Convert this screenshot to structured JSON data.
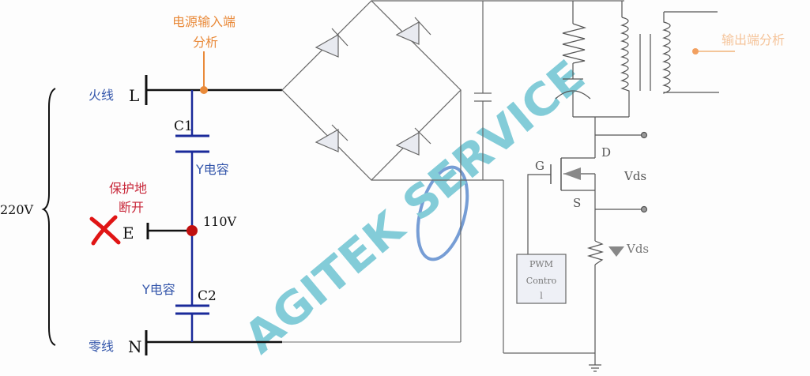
{
  "labels": {
    "input_analysis_line1": "电源输入端",
    "input_analysis_line2": "分析",
    "output_analysis": "输出端分析",
    "live_wire": "火线",
    "live_letter": "L",
    "neutral_wire": "零线",
    "neutral_letter": "N",
    "earth_letter": "E",
    "earth_note_line1": "保护地",
    "earth_note_line2": "断开",
    "c1": "C1",
    "c2": "C2",
    "y_cap_1": "Y电容",
    "y_cap_2": "Y电容",
    "mid_voltage": "110V",
    "mains_voltage": "220V",
    "drain": "D",
    "gate": "G",
    "source": "S",
    "vds_1": "Vds",
    "vds_2": "Vds",
    "pwm_line1": "PWM",
    "pwm_line2": "Contro",
    "pwm_line3": "l"
  },
  "watermark": {
    "brand": "AGITEK SERVICE"
  },
  "colors": {
    "wire": "#222222",
    "gray_wire": "#777777",
    "blue_wire": "#1a2a9a",
    "blue_label": "#3355aa",
    "orange": "#e98a3a",
    "red": "#cc1111",
    "watermark": "#5bbccc"
  }
}
